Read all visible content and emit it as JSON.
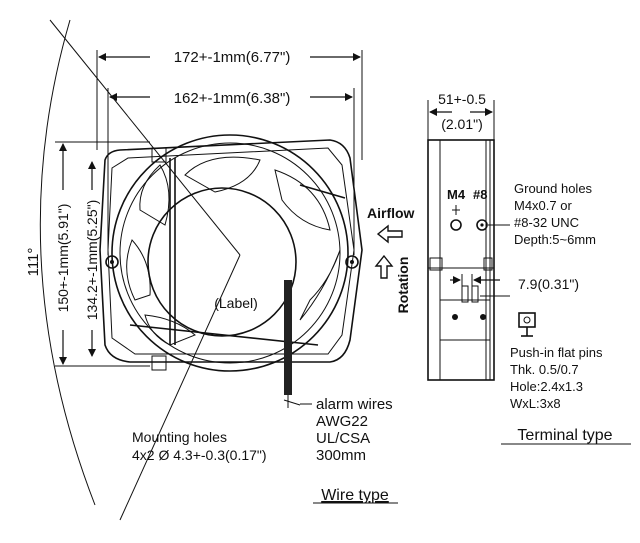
{
  "front_view": {
    "width_outer": "172+-1mm(6.77\")",
    "width_hole": "162+-1mm(6.38\")",
    "height_outer": "150+-1mm(5.91\")",
    "height_hole": "134.2+-1mm(5.25\")",
    "angle": "111°",
    "label": "(Label)",
    "mounting_holes_line1": "Mounting holes",
    "mounting_holes_line2": "4x2 Ø 4.3+-0.3(0.17\")",
    "alarm_line1": "alarm wires",
    "alarm_line2": "AWG22",
    "alarm_line3": "UL/CSA",
    "alarm_line4": "300mm",
    "caption": "Wire type"
  },
  "side_view": {
    "depth_line1": "51+-0.5",
    "depth_line2": "(2.01\")",
    "airflow": "Airflow",
    "rotation": "Rotation",
    "m4": "M4",
    "no8": "#8",
    "ground_line1": "Ground holes",
    "ground_line2": "M4x0.7 or",
    "ground_line3": "#8-32 UNC",
    "ground_line4": "Depth:5~6mm",
    "pin_spacing": "7.9(0.31\")",
    "push_line1": "Push-in flat pins",
    "push_line2": "Thk. 0.5/0.7",
    "push_line3": "Hole:2.4x1.3",
    "push_line4": "WxL:3x8",
    "caption": "Terminal type"
  },
  "icons": [
    "arrow-left-icon",
    "arrow-up-icon",
    "terminal-pin-icon"
  ]
}
